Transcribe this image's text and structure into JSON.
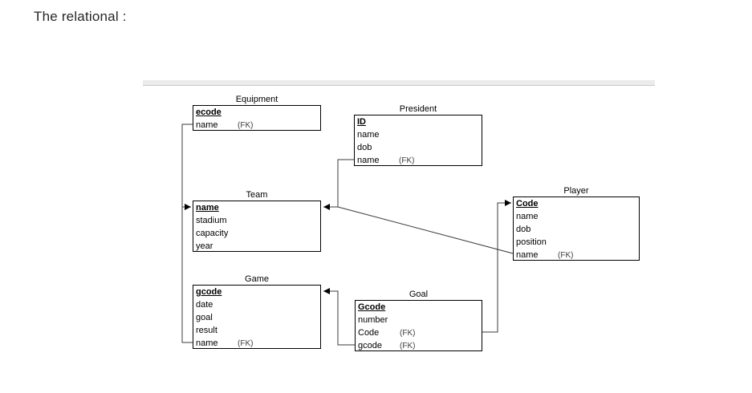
{
  "title": "The relational :",
  "diagram": {
    "fk_label": "(FK)",
    "line_color": "#3b3b3b",
    "entities": [
      {
        "id": "equipment",
        "title": "Equipment",
        "fields": [
          {
            "name": "ecode",
            "pk": true
          },
          {
            "name": "name",
            "fk": true
          }
        ]
      },
      {
        "id": "president",
        "title": "President",
        "fields": [
          {
            "name": "ID",
            "pk": true
          },
          {
            "name": "name"
          },
          {
            "name": "dob"
          },
          {
            "name": "name",
            "fk": true
          }
        ]
      },
      {
        "id": "team",
        "title": "Team",
        "fields": [
          {
            "name": "name",
            "pk": true
          },
          {
            "name": "stadium"
          },
          {
            "name": "capacity"
          },
          {
            "name": "year"
          }
        ]
      },
      {
        "id": "player",
        "title": "Player",
        "fields": [
          {
            "name": "Code",
            "pk": true
          },
          {
            "name": "name"
          },
          {
            "name": "dob"
          },
          {
            "name": "position"
          },
          {
            "name": "name",
            "fk": true
          }
        ]
      },
      {
        "id": "game",
        "title": "Game",
        "fields": [
          {
            "name": "gcode",
            "pk": true
          },
          {
            "name": "date"
          },
          {
            "name": "goal"
          },
          {
            "name": "result"
          },
          {
            "name": "name",
            "fk": true
          }
        ]
      },
      {
        "id": "goal",
        "title": "Goal",
        "fields": [
          {
            "name": "Gcode",
            "pk": true
          },
          {
            "name": "number"
          },
          {
            "name": "Code",
            "fk": true
          },
          {
            "name": "gcode",
            "fk": true
          }
        ]
      }
    ],
    "relationships": [
      {
        "from": "Equipment.name (FK)",
        "to": "Team.name"
      },
      {
        "from": "Game.name (FK)",
        "to": "Team.name"
      },
      {
        "from": "President.name (FK)",
        "to": "Team.name"
      },
      {
        "from": "Player.name (FK)",
        "to": "Team.name"
      },
      {
        "from": "Goal.gcode (FK)",
        "to": "Game.gcode"
      },
      {
        "from": "Goal.Code (FK)",
        "to": "Player.Code"
      }
    ]
  }
}
